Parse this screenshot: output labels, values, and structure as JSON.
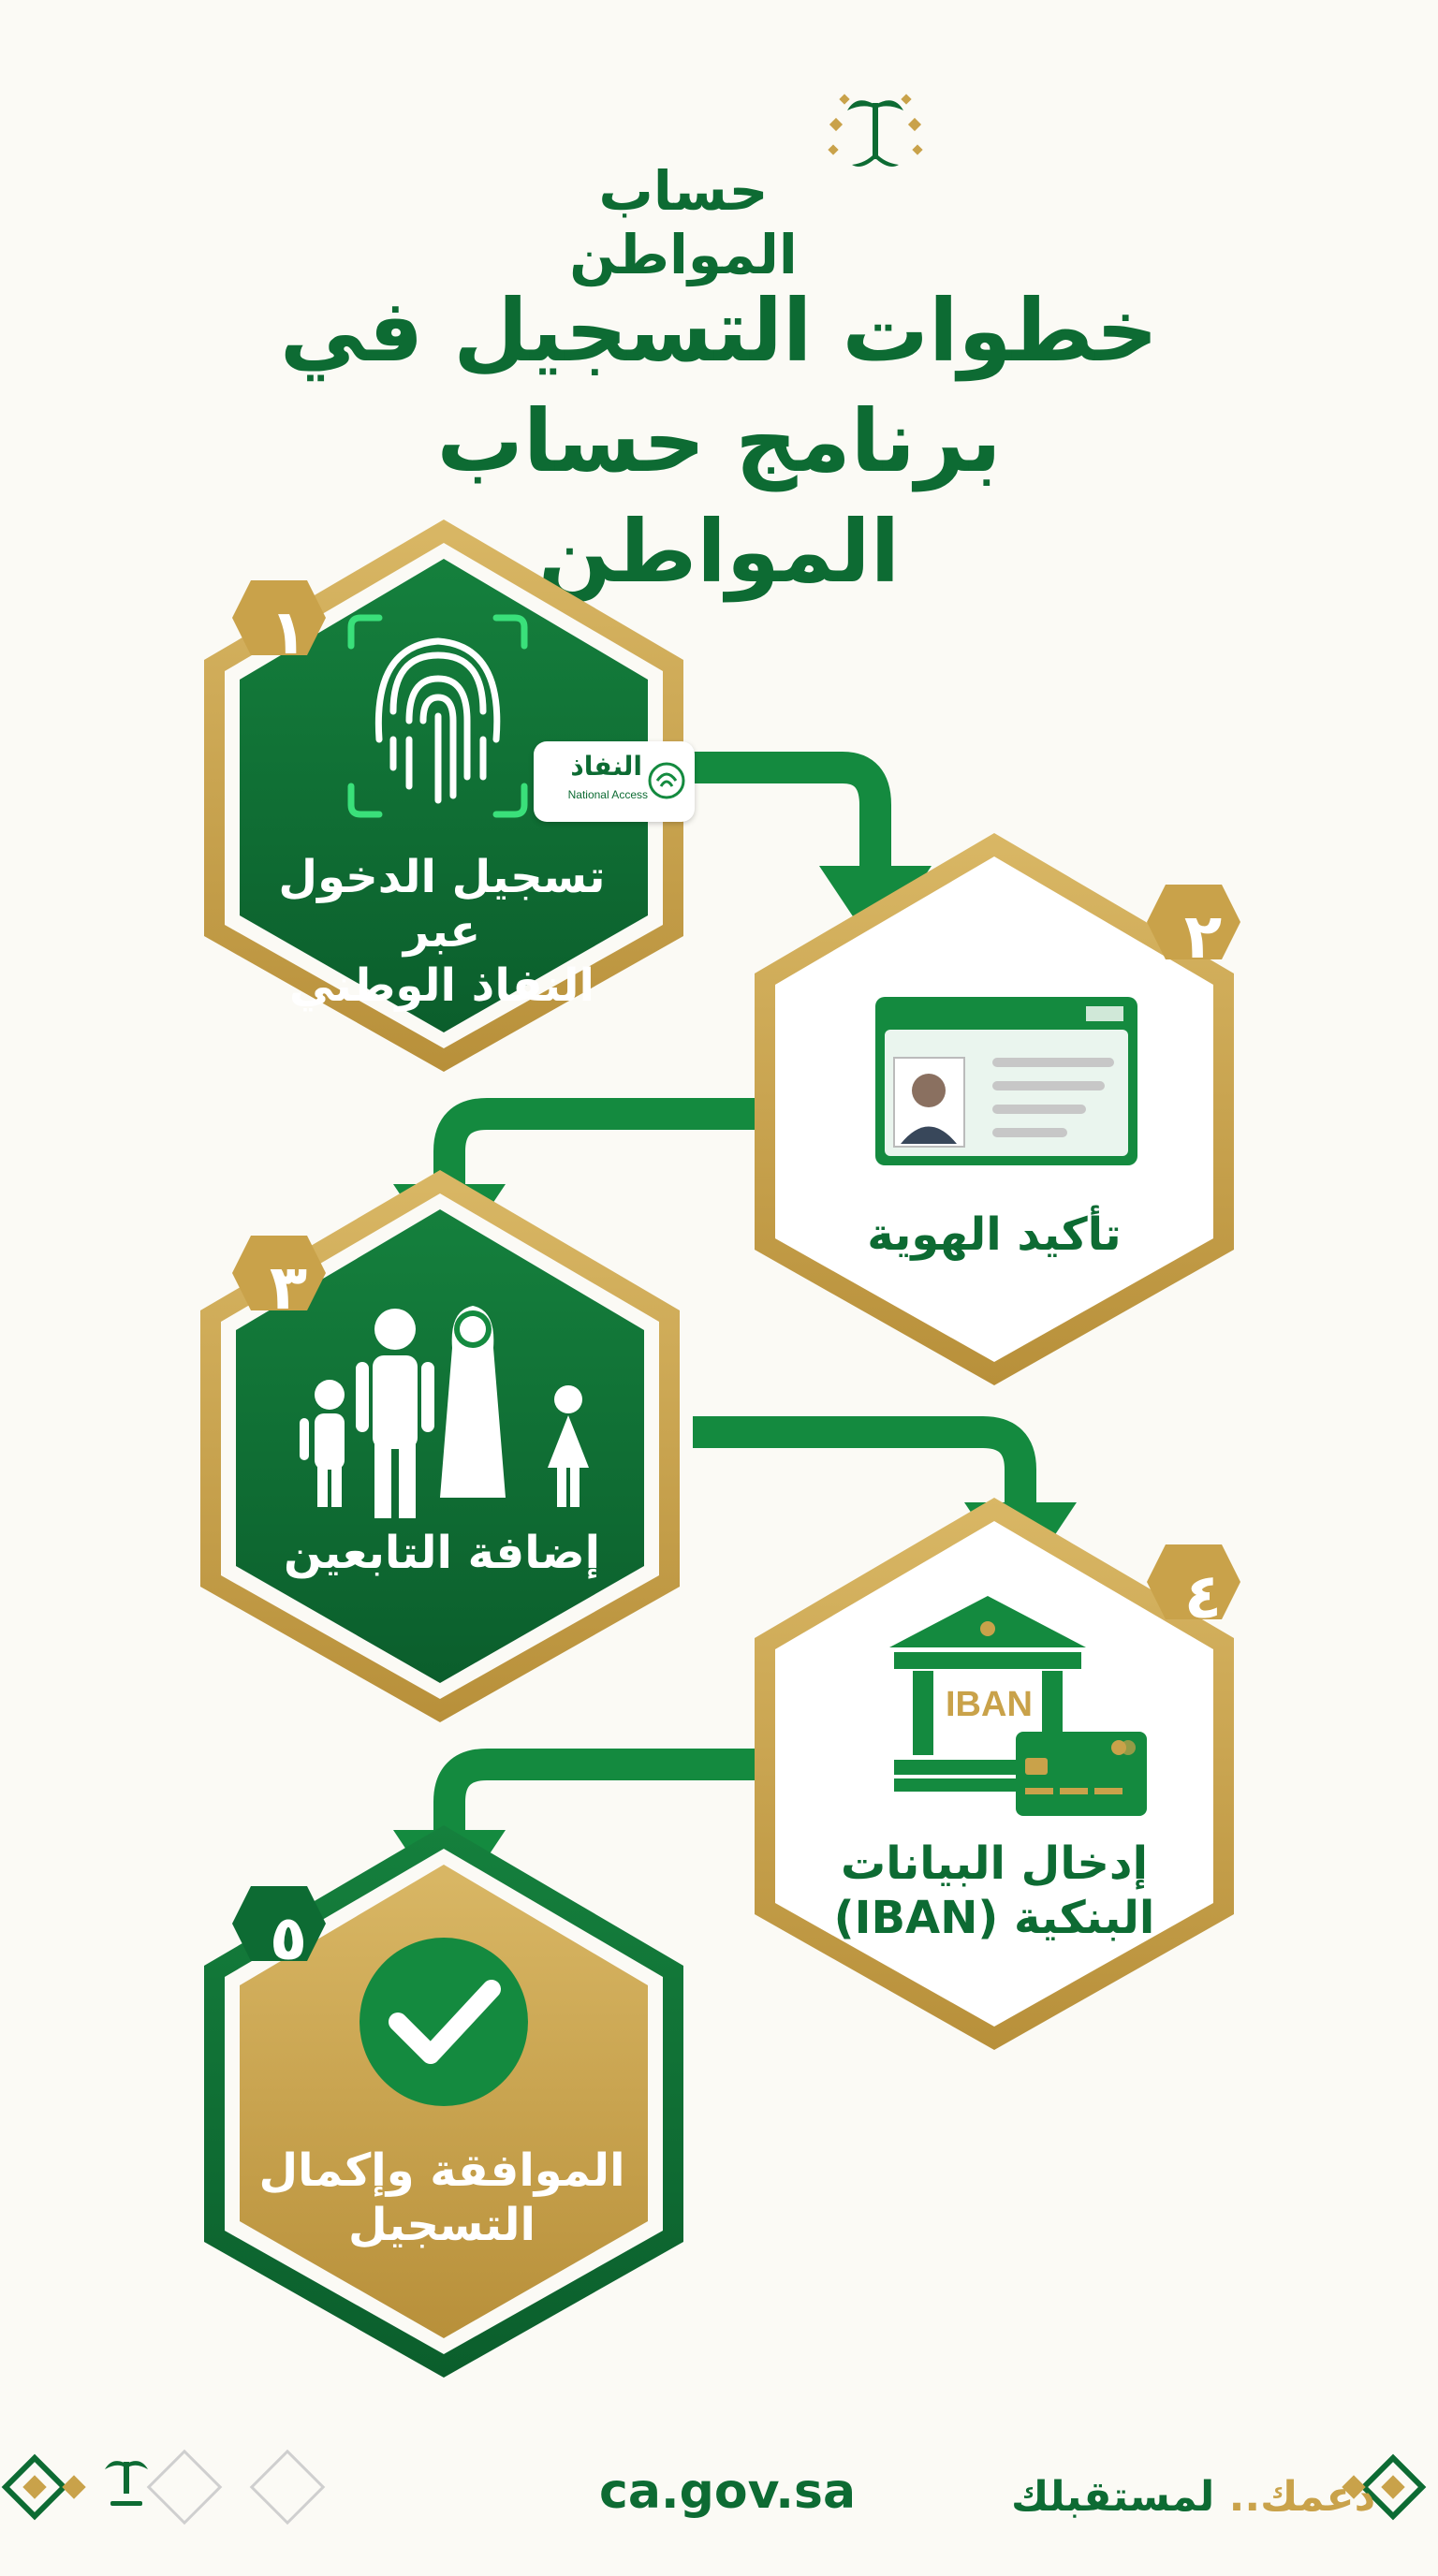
{
  "header": {
    "logo_text": "حساب المواطن",
    "title_line1": "خطوات التسجيل في",
    "title_line2": "برنامج حساب المواطن"
  },
  "steps": [
    {
      "number": "١",
      "line1": "تسجيل الدخول عبر",
      "line2": "النفاذ الوطني",
      "icon": "fingerprint-icon"
    },
    {
      "number": "٢",
      "line1": "تأكيد الهوية",
      "line2": "",
      "icon": "id-card-icon"
    },
    {
      "number": "٣",
      "line1": "إضافة التابعين",
      "line2": "",
      "icon": "family-icon"
    },
    {
      "number": "٤",
      "line1": "إدخال البيانات",
      "line2": "البنكية (IBAN)",
      "icon": "bank-icon"
    },
    {
      "number": "٥",
      "line1": "الموافقة وإكمال",
      "line2": "التسجيل",
      "icon": "checkmark-icon"
    }
  ],
  "nafath": {
    "name": "النفاذ",
    "sub": "National Access"
  },
  "iban_label": "IBAN",
  "footer": {
    "url": "ca.gov.sa",
    "slogan_part1": "دعمك..",
    "slogan_part2": "لمستقبلك"
  },
  "colors": {
    "green": "#0d6b33",
    "gold": "#c9a24a",
    "background": "#fbfaf5"
  }
}
